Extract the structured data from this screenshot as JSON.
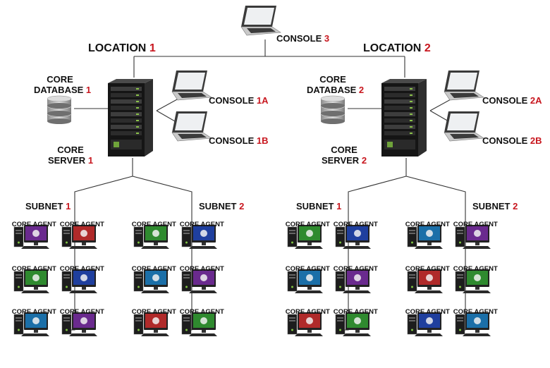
{
  "console3": {
    "text": "CONSOLE",
    "num": "3"
  },
  "agent_label": "CORE AGENT",
  "locations": [
    {
      "title": "LOCATION",
      "num": "1",
      "database": {
        "line1": "CORE",
        "line2": "DATABASE",
        "num": "1"
      },
      "server": {
        "line1": "CORE",
        "line2": "SERVER",
        "num": "1"
      },
      "consoles": [
        {
          "text": "CONSOLE",
          "num": "1A"
        },
        {
          "text": "CONSOLE",
          "num": "1B"
        }
      ],
      "subnets": [
        {
          "text": "SUBNET",
          "num": "1"
        },
        {
          "text": "SUBNET",
          "num": "2"
        }
      ]
    },
    {
      "title": "LOCATION",
      "num": "2",
      "database": {
        "line1": "CORE",
        "line2": "DATABASE",
        "num": "2"
      },
      "server": {
        "line1": "CORE",
        "line2": "SERVER",
        "num": "2"
      },
      "consoles": [
        {
          "text": "CONSOLE",
          "num": "2A"
        },
        {
          "text": "CONSOLE",
          "num": "2B"
        }
      ],
      "subnets": [
        {
          "text": "SUBNET",
          "num": "1"
        },
        {
          "text": "SUBNET",
          "num": "2"
        }
      ]
    }
  ],
  "colors": {
    "accent": "#c8161e",
    "text": "#111111",
    "line": "#333333"
  }
}
